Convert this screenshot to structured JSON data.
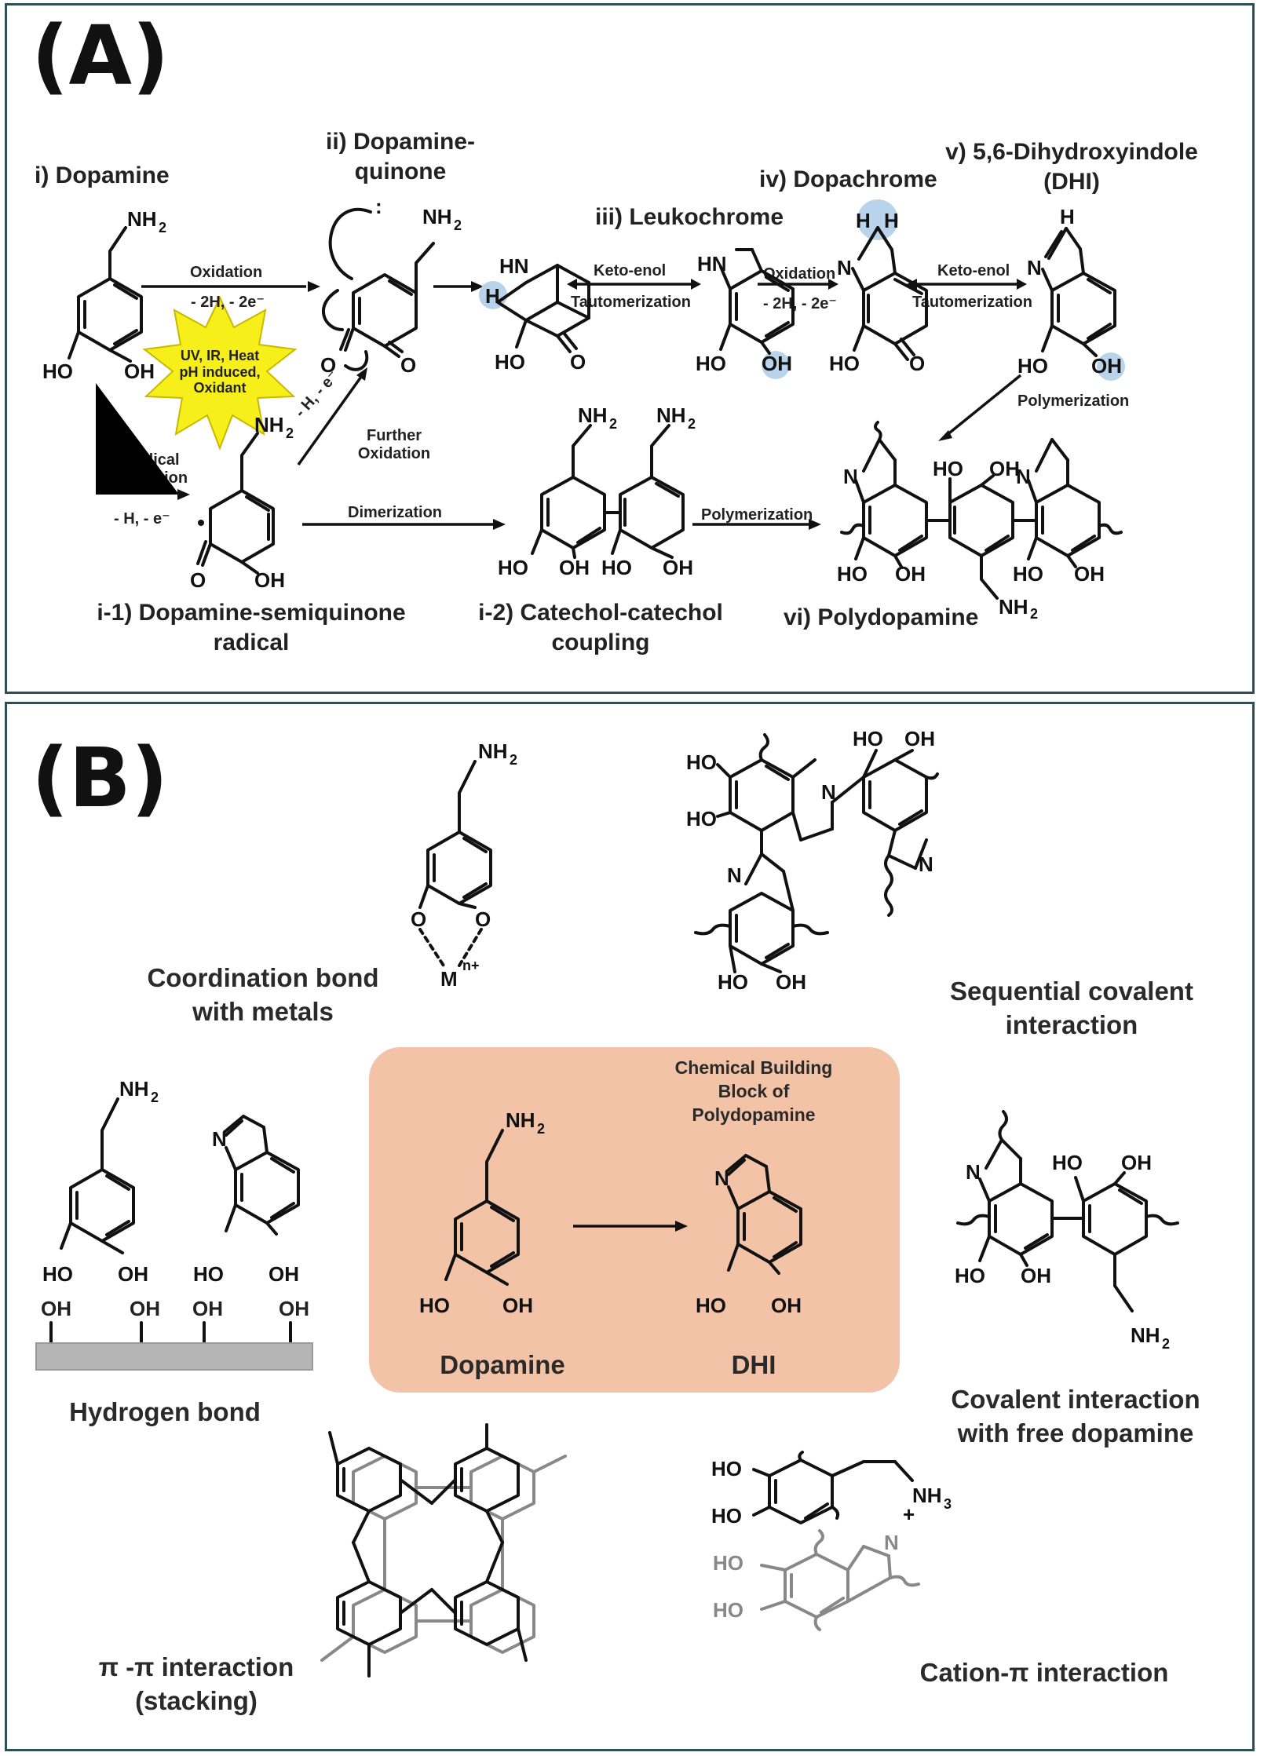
{
  "panel_a": {
    "letter": "(A)",
    "species": {
      "dopamine": "i) Dopamine",
      "quinone_line1": "ii) Dopamine-",
      "quinone_line2": "quinone",
      "leukochrome": "iii) Leukochrome",
      "dopachrome": "iv) Dopachrome",
      "dhi_line1": "v) 5,6-Dihydroxyindole",
      "dhi_line2": "(DHI)",
      "semiquinone_line1": "i-1) Dopamine-semiquinone",
      "semiquinone_line2": "radical",
      "coupling_line1": "i-2) Catechol-catechol",
      "coupling_line2": "coupling",
      "polydopamine": "vi) Polydopamine"
    },
    "conditions": {
      "oxidation": "Oxidation",
      "minus_2h": "- 2H, - 2e⁻",
      "keto_enol": "Keto-enol",
      "tautomerization": "Tautomerization",
      "oxidation2": "Oxidation",
      "minus_2h_2": "- 2H, - 2e⁻",
      "keto_enol2": "Keto-enol",
      "tautomerization2": "Tautomerization",
      "radical_formation_1": "Radical",
      "radical_formation_2": "formation",
      "minus_h": "- H, - e⁻",
      "further_ox_1": "Further",
      "further_ox_2": "Oxidation",
      "minus_h_diag": "- H, - e⁻",
      "dimerization": "Dimerization",
      "polymerization1": "Polymerization",
      "polymerization2": "Polymerization"
    },
    "burst": {
      "line1": "UV, IR, Heat",
      "line2": "pH induced,",
      "line3": "Oxidant",
      "color": "#f7ef1a"
    },
    "highlight_color": "#b9d4ea"
  },
  "panel_b": {
    "letter": "(B)",
    "center": {
      "title_line1": "Chemical Building",
      "title_line2": "Block of",
      "title_line3": "Polydopamine",
      "left_label": "Dopamine",
      "right_label": "DHI",
      "box_color": "#f2c3a6"
    },
    "captions": {
      "coordination_1": "Coordination bond",
      "coordination_2": "with metals",
      "sequential_1": "Sequential covalent",
      "sequential_2": "interaction",
      "hydrogen": "Hydrogen bond",
      "covalent_free_1": "Covalent interaction",
      "covalent_free_2": "with free dopamine",
      "pi_pi_1": "π -π interaction",
      "pi_pi_2": "(stacking)",
      "cation_pi": "Cation-π interaction"
    },
    "surface_oh": [
      "OH",
      "OH",
      "OH",
      "OH"
    ]
  },
  "colors": {
    "frame": "#2f4f57"
  }
}
